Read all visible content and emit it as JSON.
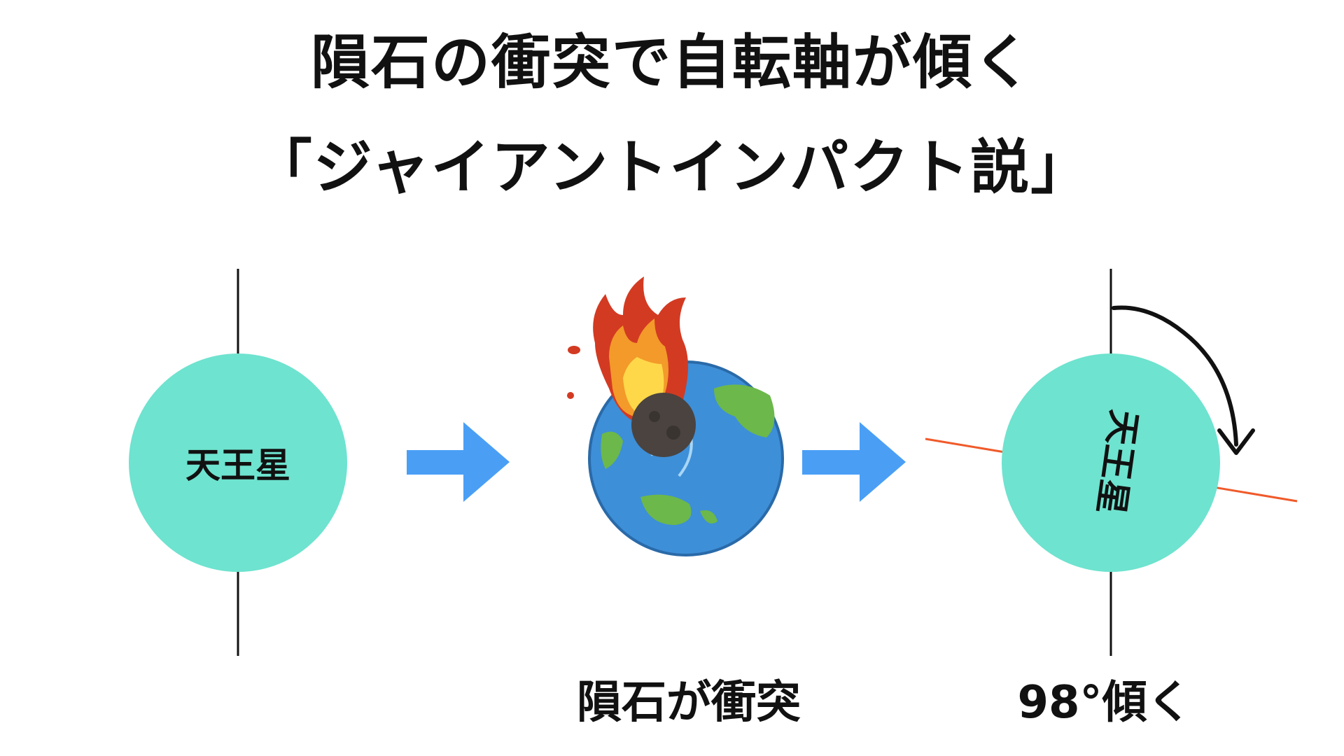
{
  "title": {
    "line1": "隕石の衝突で自転軸が傾く",
    "line2": "「ジャイアントインパクト説」"
  },
  "before": {
    "planet_label": "天王星"
  },
  "impact": {
    "caption": "隕石が衝突"
  },
  "after": {
    "planet_label": "天王星",
    "caption": "98°傾く",
    "tilt_degrees": 98
  },
  "colors": {
    "planet": "#6ee3cf",
    "arrow": "#4a9ff5",
    "tilted_axis": "#f05a2a",
    "axis": "#111111"
  }
}
